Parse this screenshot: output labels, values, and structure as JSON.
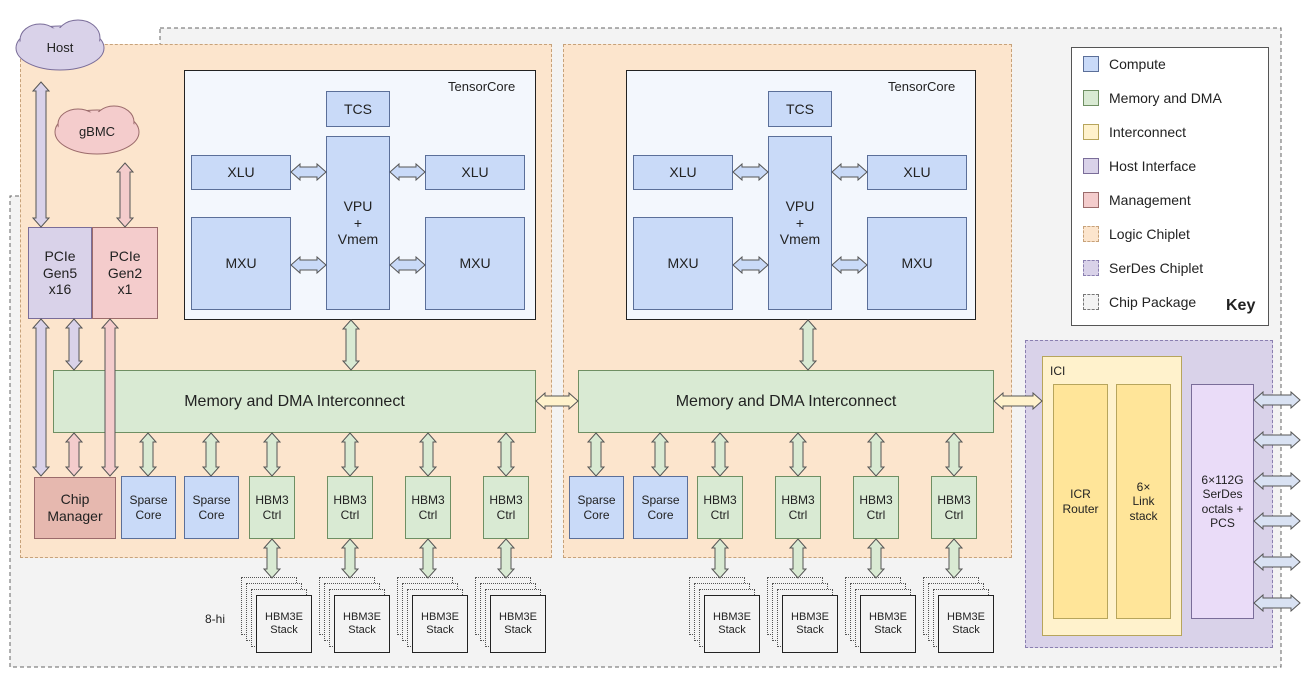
{
  "clouds": {
    "host": "Host",
    "gbmc": "gBMC"
  },
  "tensorcore": {
    "title": "TensorCore",
    "tcs": "TCS",
    "xlu": "XLU",
    "mxu": "MXU",
    "vpu": "VPU\n+\nVmem"
  },
  "left_io": {
    "pcie_gen5": "PCIe\nGen5\nx16",
    "pcie_gen2": "PCIe\nGen2\nx1",
    "chip_manager": "Chip\nManager"
  },
  "interconnect": "Memory and DMA Interconnect",
  "sparse_core": "Sparse\nCore",
  "hbm_ctrl": "HBM3\nCtrl",
  "hbm_stack": "HBM3E\nStack",
  "stack_height": "8-hi",
  "ici": {
    "title": "ICI",
    "router": "ICR\nRouter",
    "link": "6×\nLink\nstack",
    "serdes": "6×112G\nSerDes\noctals +\nPCS"
  },
  "key": {
    "title": "Key",
    "items": [
      {
        "label": "Compute",
        "fill": "#c9daf8",
        "stroke": "#5b6f99",
        "dashed": false
      },
      {
        "label": "Memory and DMA",
        "fill": "#d9ead3",
        "stroke": "#6f8f63",
        "dashed": false
      },
      {
        "label": "Interconnect",
        "fill": "#fff2cc",
        "stroke": "#b7a55c",
        "dashed": false
      },
      {
        "label": "Host Interface",
        "fill": "#d9d2e9",
        "stroke": "#7a6d99",
        "dashed": false
      },
      {
        "label": "Management",
        "fill": "#f4cccc",
        "stroke": "#9b6b6b",
        "dashed": false
      },
      {
        "label": "Logic Chiplet",
        "fill": "#fce5cd",
        "stroke": "#c7a27a",
        "dashed": true
      },
      {
        "label": "SerDes Chiplet",
        "fill": "#d9d2e9",
        "stroke": "#8a7fb0",
        "dashed": true
      },
      {
        "label": "Chip Package",
        "fill": "#f3f3f3",
        "stroke": "#777777",
        "dashed": true
      }
    ]
  },
  "colors": {
    "arrow_mem": "#d9ead3",
    "arrow_host": "#d9d2e9",
    "arrow_mgmt": "#f4cccc",
    "arrow_ic": "#fff2cc",
    "arrow_compute": "#c9daf8",
    "arrow_serdes": "#d9e2f3"
  }
}
